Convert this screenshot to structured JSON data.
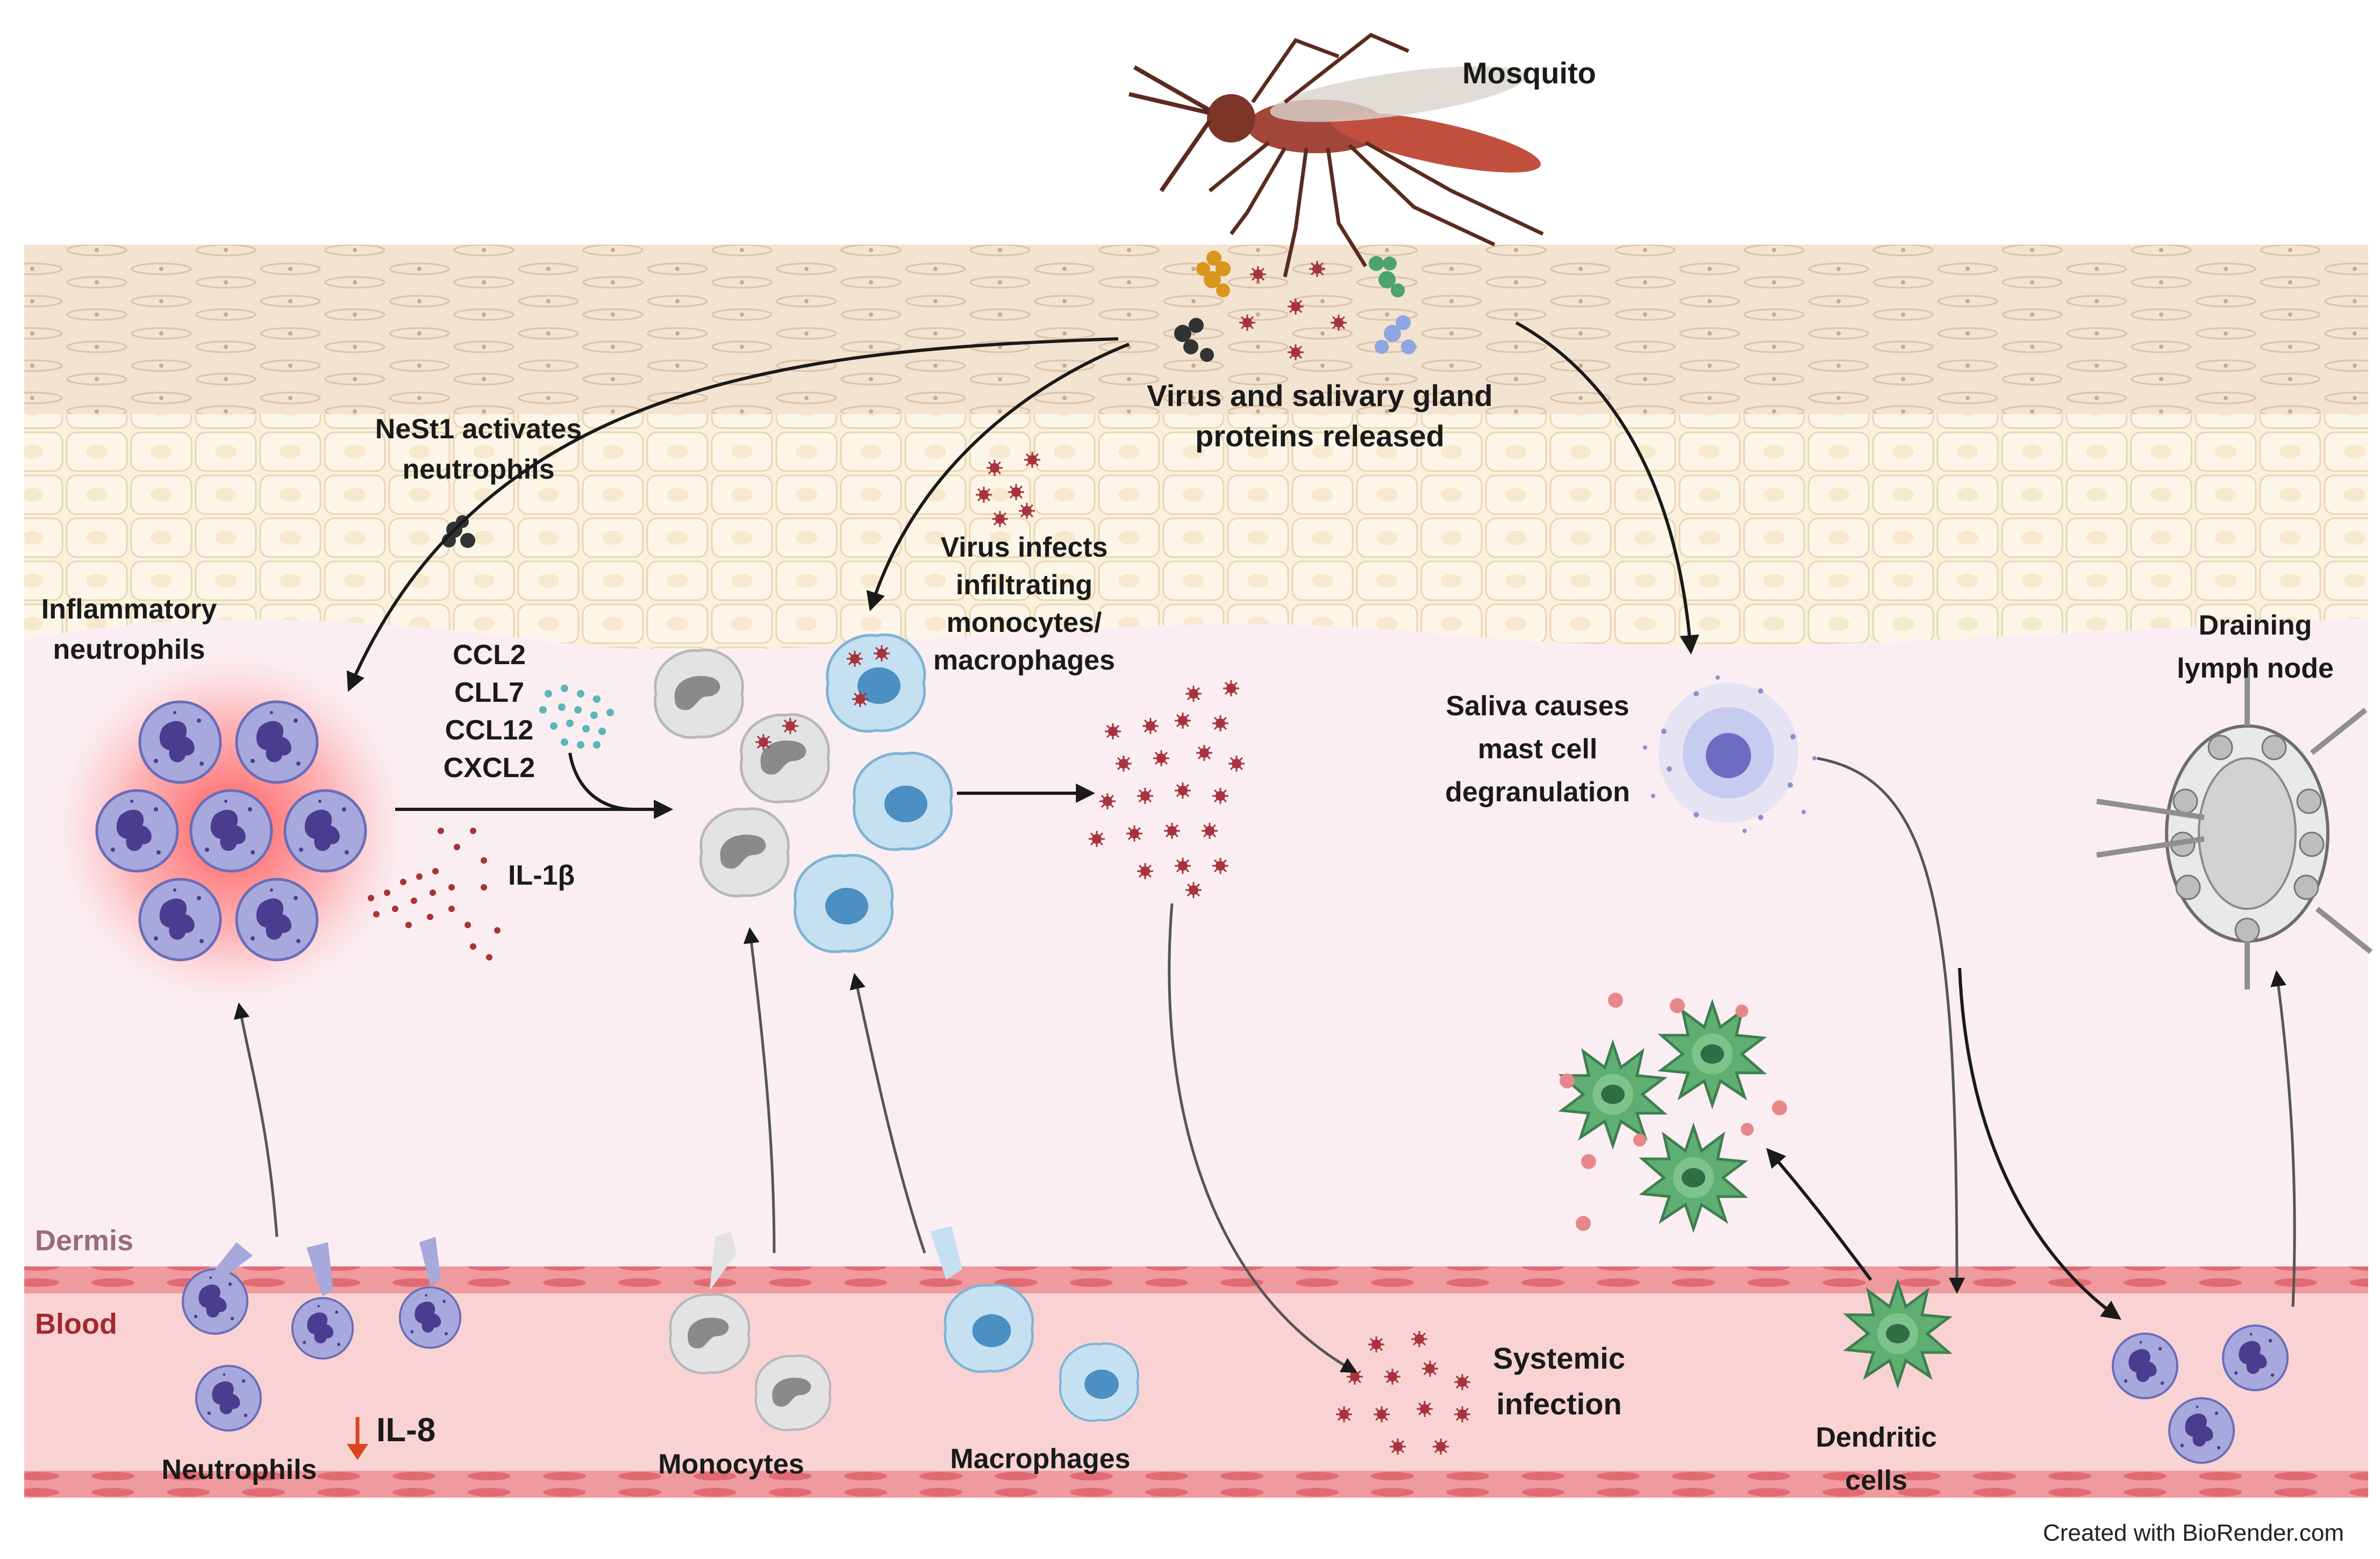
{
  "labels": {
    "mosquito": "Mosquito",
    "virus_released_1": "Virus and salivary gland",
    "virus_released_2": "proteins released",
    "nest1_1": "NeSt1 activates",
    "nest1_2": "neutrophils",
    "inflam_1": "Inflammatory",
    "inflam_2": "neutrophils",
    "ccl2": "CCL2",
    "cll7": "CLL7",
    "ccl12": "CCL12",
    "cxcl2": "CXCL2",
    "il1b": "IL-1β",
    "virus_infects_1": "Virus infects",
    "virus_infects_2": "infiltrating",
    "virus_infects_3": "monocytes/",
    "virus_infects_4": "macrophages",
    "saliva_1": "Saliva causes",
    "saliva_2": "mast cell",
    "saliva_3": "degranulation",
    "lymph_1": "Draining",
    "lymph_2": "lymph node",
    "dermis": "Dermis",
    "blood": "Blood",
    "neutrophils": "Neutrophils",
    "il8": "IL-8",
    "monocytes": "Monocytes",
    "macrophages": "Macrophages",
    "systemic_1": "Systemic",
    "systemic_2": "infection",
    "dendritic_1": "Dendritic",
    "dendritic_2": "cells",
    "credit": "Created with BioRender.com"
  },
  "colors": {
    "skin_top": "#f3e3d1",
    "skin_cells": "#fbf0dc",
    "dermis": "#fbeef2",
    "blood": "#f9d3d3",
    "vessel_wall": "#e77a7f",
    "neutrophil": "#a7a8dc",
    "neutrophil_nucleus": "#4a3d8f",
    "monocyte": "#d9d9d9",
    "macrophage": "#b6d7ec",
    "virus": "#a8333c",
    "dendritic": "#4f9b62",
    "dermis_label": "#9b6a7d",
    "blood_label": "#a32830",
    "il8_arrow": "#d9451f"
  },
  "icons": {
    "mosquito": "mosquito-icon",
    "lymph_node": "lymph-node-icon",
    "mast_cell": "mast-cell-icon"
  }
}
